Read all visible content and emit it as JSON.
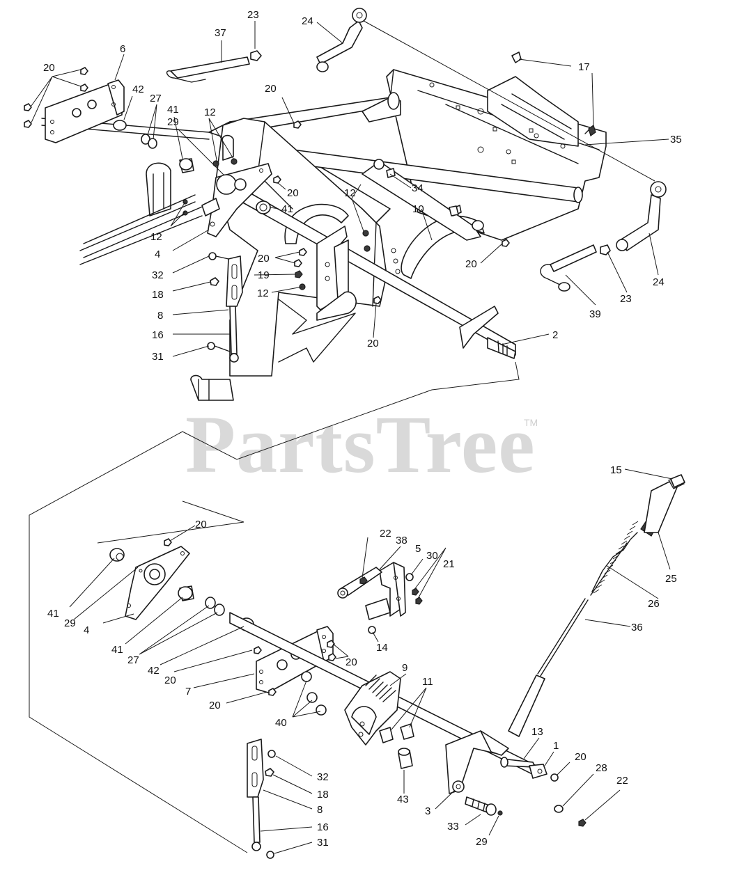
{
  "watermark": {
    "text": "PartsTree",
    "trademark": "TM"
  },
  "callouts": [
    {
      "id": "c-20-a",
      "label": "20"
    },
    {
      "id": "c-6",
      "label": "6"
    },
    {
      "id": "c-37",
      "label": "37"
    },
    {
      "id": "c-23-a",
      "label": "23"
    },
    {
      "id": "c-24-a",
      "label": "24"
    },
    {
      "id": "c-17",
      "label": "17"
    },
    {
      "id": "c-42-a",
      "label": "42"
    },
    {
      "id": "c-27-a",
      "label": "27"
    },
    {
      "id": "c-41-a",
      "label": "41"
    },
    {
      "id": "c-12-a",
      "label": "12"
    },
    {
      "id": "c-29-a",
      "label": "29"
    },
    {
      "id": "c-20-b",
      "label": "20"
    },
    {
      "id": "c-35",
      "label": "35"
    },
    {
      "id": "c-20-c",
      "label": "20"
    },
    {
      "id": "c-12-b",
      "label": "12"
    },
    {
      "id": "c-34",
      "label": "34"
    },
    {
      "id": "c-41-b",
      "label": "41"
    },
    {
      "id": "c-10",
      "label": "10"
    },
    {
      "id": "c-12-c",
      "label": "12"
    },
    {
      "id": "c-4-a",
      "label": "4"
    },
    {
      "id": "c-20-d",
      "label": "20"
    },
    {
      "id": "c-32-a",
      "label": "32"
    },
    {
      "id": "c-19",
      "label": "19"
    },
    {
      "id": "c-18-a",
      "label": "18"
    },
    {
      "id": "c-12-d",
      "label": "12"
    },
    {
      "id": "c-20-e",
      "label": "20"
    },
    {
      "id": "c-24-b",
      "label": "24"
    },
    {
      "id": "c-23-b",
      "label": "23"
    },
    {
      "id": "c-39",
      "label": "39"
    },
    {
      "id": "c-8-a",
      "label": "8"
    },
    {
      "id": "c-16-a",
      "label": "16"
    },
    {
      "id": "c-20-f",
      "label": "20"
    },
    {
      "id": "c-2",
      "label": "2"
    },
    {
      "id": "c-31-a",
      "label": "31"
    },
    {
      "id": "c-15",
      "label": "15"
    },
    {
      "id": "c-20-g",
      "label": "20"
    },
    {
      "id": "c-22-a",
      "label": "22"
    },
    {
      "id": "c-38",
      "label": "38"
    },
    {
      "id": "c-5",
      "label": "5"
    },
    {
      "id": "c-30",
      "label": "30"
    },
    {
      "id": "c-21",
      "label": "21"
    },
    {
      "id": "c-25",
      "label": "25"
    },
    {
      "id": "c-41-c",
      "label": "41"
    },
    {
      "id": "c-29-b",
      "label": "29"
    },
    {
      "id": "c-4-b",
      "label": "4"
    },
    {
      "id": "c-26",
      "label": "26"
    },
    {
      "id": "c-36",
      "label": "36"
    },
    {
      "id": "c-14",
      "label": "14"
    },
    {
      "id": "c-41-d",
      "label": "41"
    },
    {
      "id": "c-27-b",
      "label": "27"
    },
    {
      "id": "c-42-b",
      "label": "42"
    },
    {
      "id": "c-20-h",
      "label": "20"
    },
    {
      "id": "c-20-i",
      "label": "20"
    },
    {
      "id": "c-7",
      "label": "7"
    },
    {
      "id": "c-9",
      "label": "9"
    },
    {
      "id": "c-11",
      "label": "11"
    },
    {
      "id": "c-20-j",
      "label": "20"
    },
    {
      "id": "c-40",
      "label": "40"
    },
    {
      "id": "c-13",
      "label": "13"
    },
    {
      "id": "c-1",
      "label": "1"
    },
    {
      "id": "c-20-k",
      "label": "20"
    },
    {
      "id": "c-28",
      "label": "28"
    },
    {
      "id": "c-22-b",
      "label": "22"
    },
    {
      "id": "c-32-b",
      "label": "32"
    },
    {
      "id": "c-18-b",
      "label": "18"
    },
    {
      "id": "c-8-b",
      "label": "8"
    },
    {
      "id": "c-43",
      "label": "43"
    },
    {
      "id": "c-3",
      "label": "3"
    },
    {
      "id": "c-16-b",
      "label": "16"
    },
    {
      "id": "c-33",
      "label": "33"
    },
    {
      "id": "c-29-c",
      "label": "29"
    },
    {
      "id": "c-31-b",
      "label": "31"
    }
  ]
}
